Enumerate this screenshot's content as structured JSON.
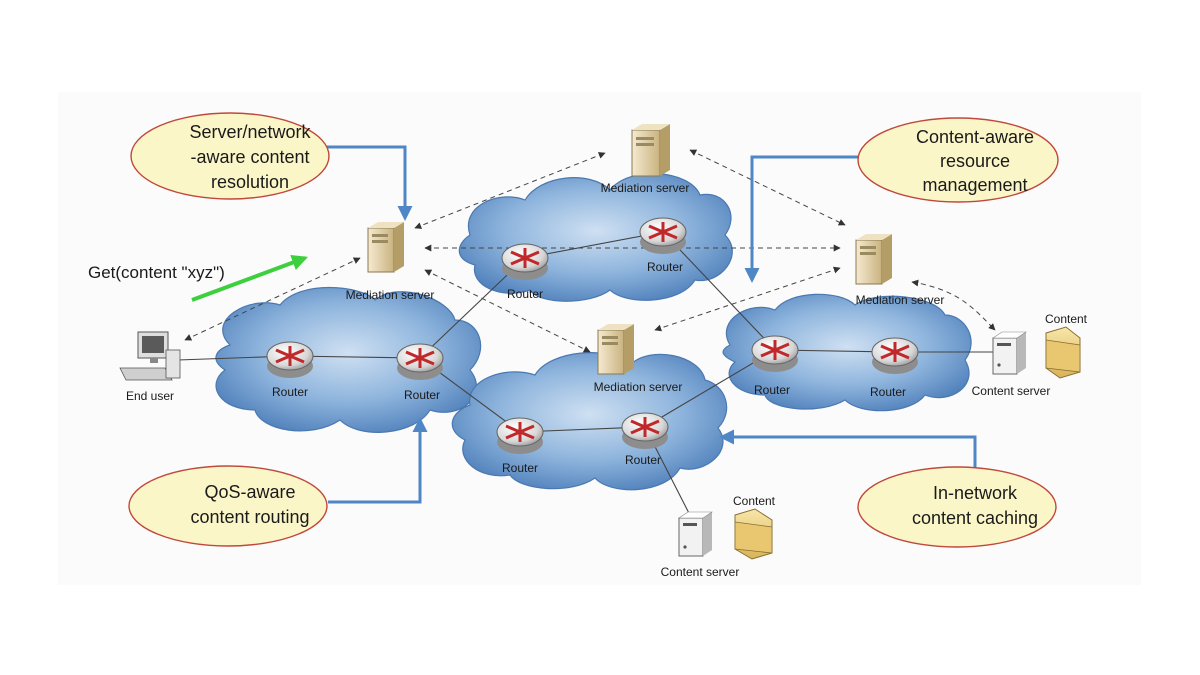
{
  "callouts": {
    "server_network": [
      "Server/network",
      "-aware content",
      "resolution"
    ],
    "content_aware": [
      "Content-aware",
      "resource",
      "management"
    ],
    "qos_routing": [
      "QoS-aware",
      "content routing"
    ],
    "in_network": [
      "In-network",
      "content caching"
    ]
  },
  "request_label": "Get(content \"xyz\")",
  "labels": {
    "router": "Router",
    "mediation_server": "Mediation server",
    "content_server": "Content server",
    "content": "Content",
    "end_user": "End user"
  },
  "colors": {
    "callout_fill": "#fbf6c8",
    "callout_stroke": "#c0483c",
    "blue_arrow": "#4f86c6",
    "green_arrow": "#3ecf3e",
    "cloud_fill": "#8bb3dc",
    "cloud_stroke": "#3f6ea8"
  }
}
